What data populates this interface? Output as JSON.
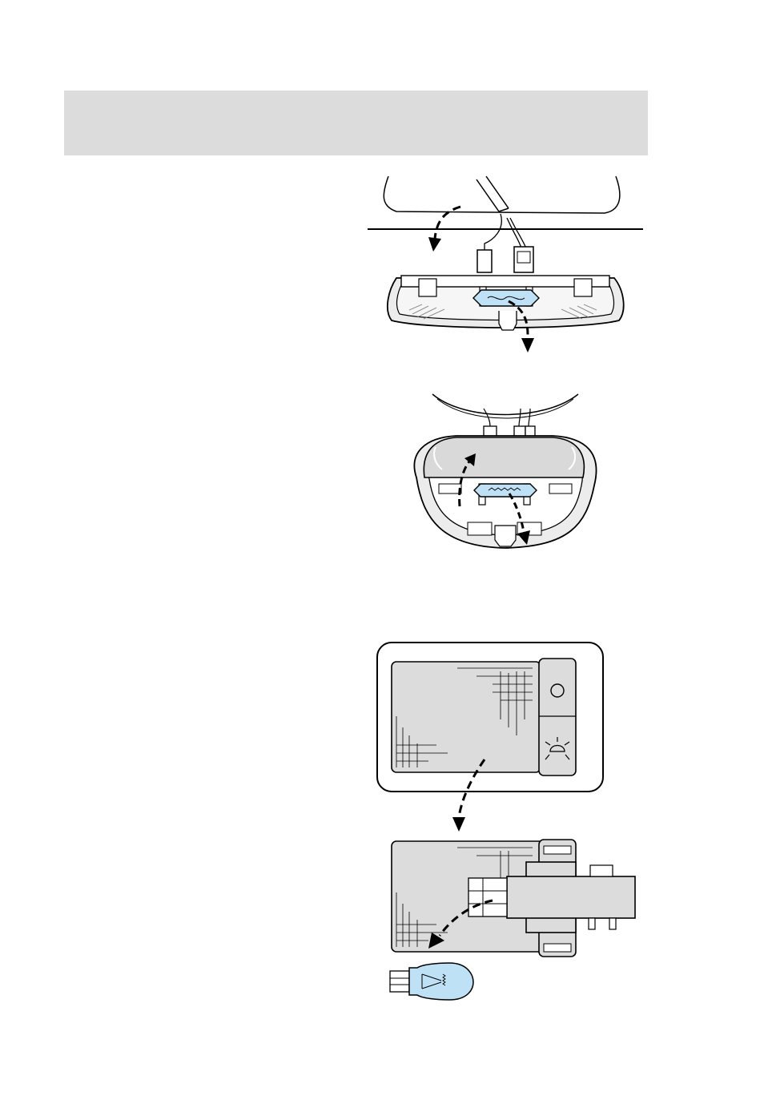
{
  "header": {
    "title": ""
  },
  "figures": [
    {
      "name": "dome-lamp-side-view",
      "bulb_color": "#bfe1f6",
      "lens_color": "#e6e6e6",
      "icon": "dome-lamp-removal-illustration"
    },
    {
      "name": "dome-lamp-top-view",
      "bulb_color": "#bfe1f6",
      "lens_color": "#d9d9d9",
      "icon": "dome-lamp-lens-flip-illustration"
    },
    {
      "name": "map-lamp-assembly",
      "bulb_color": "#bfe1f6",
      "lens_color": "#dcdcdc",
      "icon": "map-lamp-bulb-replacement-illustration"
    }
  ],
  "colors": {
    "header_band": "#dcdcdc",
    "bulb": "#bfe1f6",
    "line": "#000000"
  }
}
